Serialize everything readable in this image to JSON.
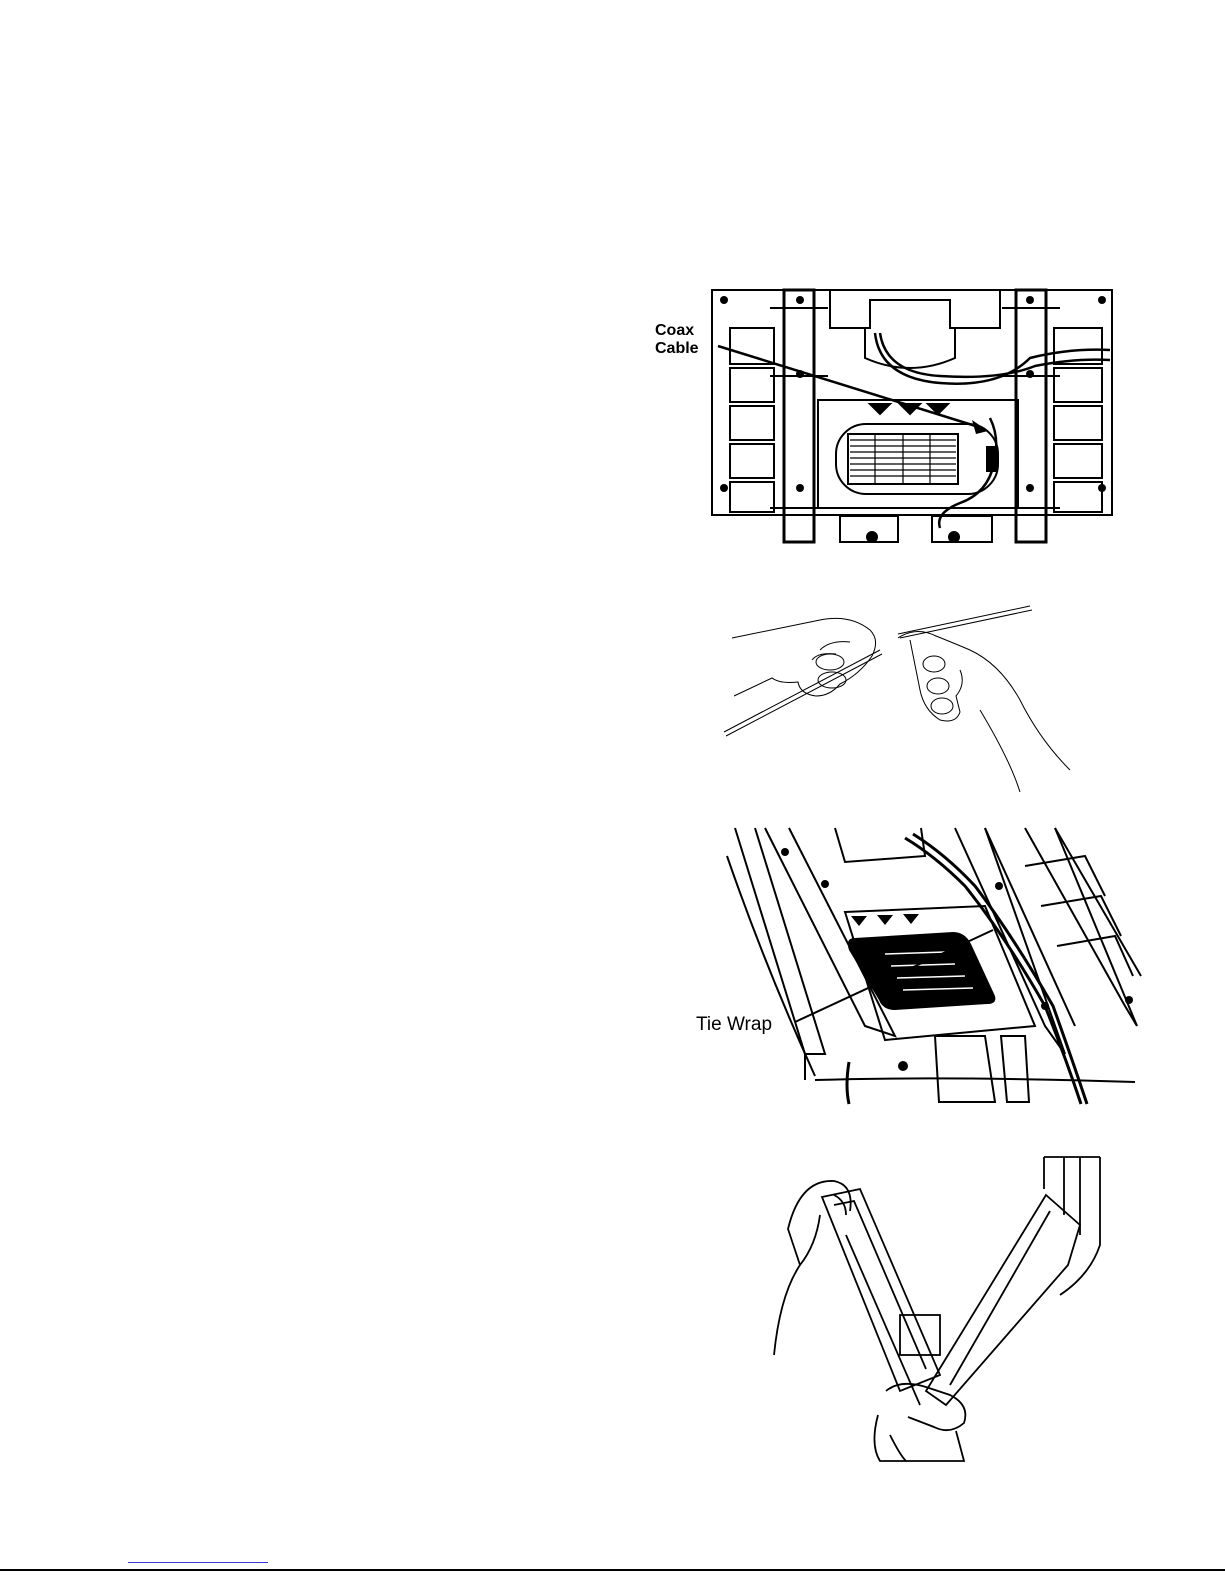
{
  "figures": {
    "fig1": {
      "label_line1": "Coax",
      "label_line2": "Cable"
    },
    "fig3": {
      "label": "Tie Wrap"
    }
  },
  "icons": [
    "coax-cable-routing-illustration",
    "hands-connecting-cable-illustration",
    "tie-wrap-illustration",
    "hand-lifting-cover-illustration"
  ]
}
